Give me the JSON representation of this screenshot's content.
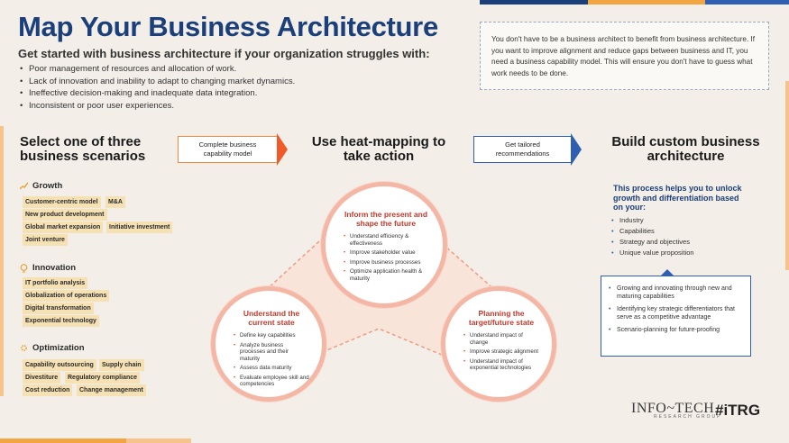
{
  "header": {
    "title": "Map Your Business Architecture",
    "subtitle": "Get started with business architecture if your organization struggles with:",
    "struggles": [
      "Poor management of resources and allocation of work.",
      "Lack of innovation and inability to adapt to changing market dynamics.",
      "Ineffective decision-making and inadequate data integration.",
      "Inconsistent or poor user experiences."
    ],
    "callout": "You don't have to be a business architect to benefit from business architecture. If you want to improve alignment and reduce gaps between business and IT, you need a business capability model. This will ensure you don't have to guess what work needs to be done."
  },
  "steps": {
    "step1": "Select one of three business scenarios",
    "arrow1": "Complete business capability model",
    "step2": "Use heat-mapping to take action",
    "arrow2": "Get tailored recommendations",
    "step3": "Build custom business architecture"
  },
  "scenarios": {
    "growth": {
      "label": "Growth",
      "tags": [
        "Customer-centric model",
        "M&A",
        "New product development",
        "Global market expansion",
        "Initiative investment",
        "Joint venture"
      ]
    },
    "innovation": {
      "label": "Innovation",
      "tags": [
        "IT portfolio analysis",
        "Globalization of operations",
        "Digital transformation",
        "Exponential technology"
      ]
    },
    "optimization": {
      "label": "Optimization",
      "tags": [
        "Capability outsourcing",
        "Supply chain",
        "Divestiture",
        "Regulatory compliance",
        "Cost reduction",
        "Change management"
      ]
    }
  },
  "circles": {
    "top": {
      "title": "Inform the present and shape the future",
      "items": [
        "Understand efficiency & effectiveness",
        "Improve stakeholder value",
        "Improve business processes",
        "Optimize application health & maturity"
      ]
    },
    "left": {
      "title": "Understand the current state",
      "items": [
        "Define key capabilities",
        "Analyze business processes and their maturity",
        "Assess data maturity",
        "Evaluate employee skill and competencies"
      ]
    },
    "right": {
      "title": "Planning the target/future state",
      "items": [
        "Understand impact of change",
        "Improve strategic alignment",
        "Understand impact of exponential technologies"
      ]
    }
  },
  "build": {
    "intro": "This process helps you to unlock growth and differentiation based on your:",
    "items": [
      "Industry",
      "Capabilities",
      "Strategy and objectives",
      "Unique value proposition"
    ],
    "outcomes": [
      "Growing and innovating through new and maturing capabilities",
      "Identifying key strategic differentiators that serve as a competitive advantage",
      "Scenario-planning for future-proofing"
    ]
  },
  "logos": {
    "infotech": "INFO~TECH",
    "infotech_sub": "RESEARCH GROUP",
    "itrg": "#iTRG"
  },
  "colors": {
    "title_blue": "#1b3f7a",
    "accent_orange": "#f05a28",
    "accent_blue": "#2f5fb3",
    "tag_fill": "#f6e1b4",
    "circle_red": "#c0392b"
  }
}
